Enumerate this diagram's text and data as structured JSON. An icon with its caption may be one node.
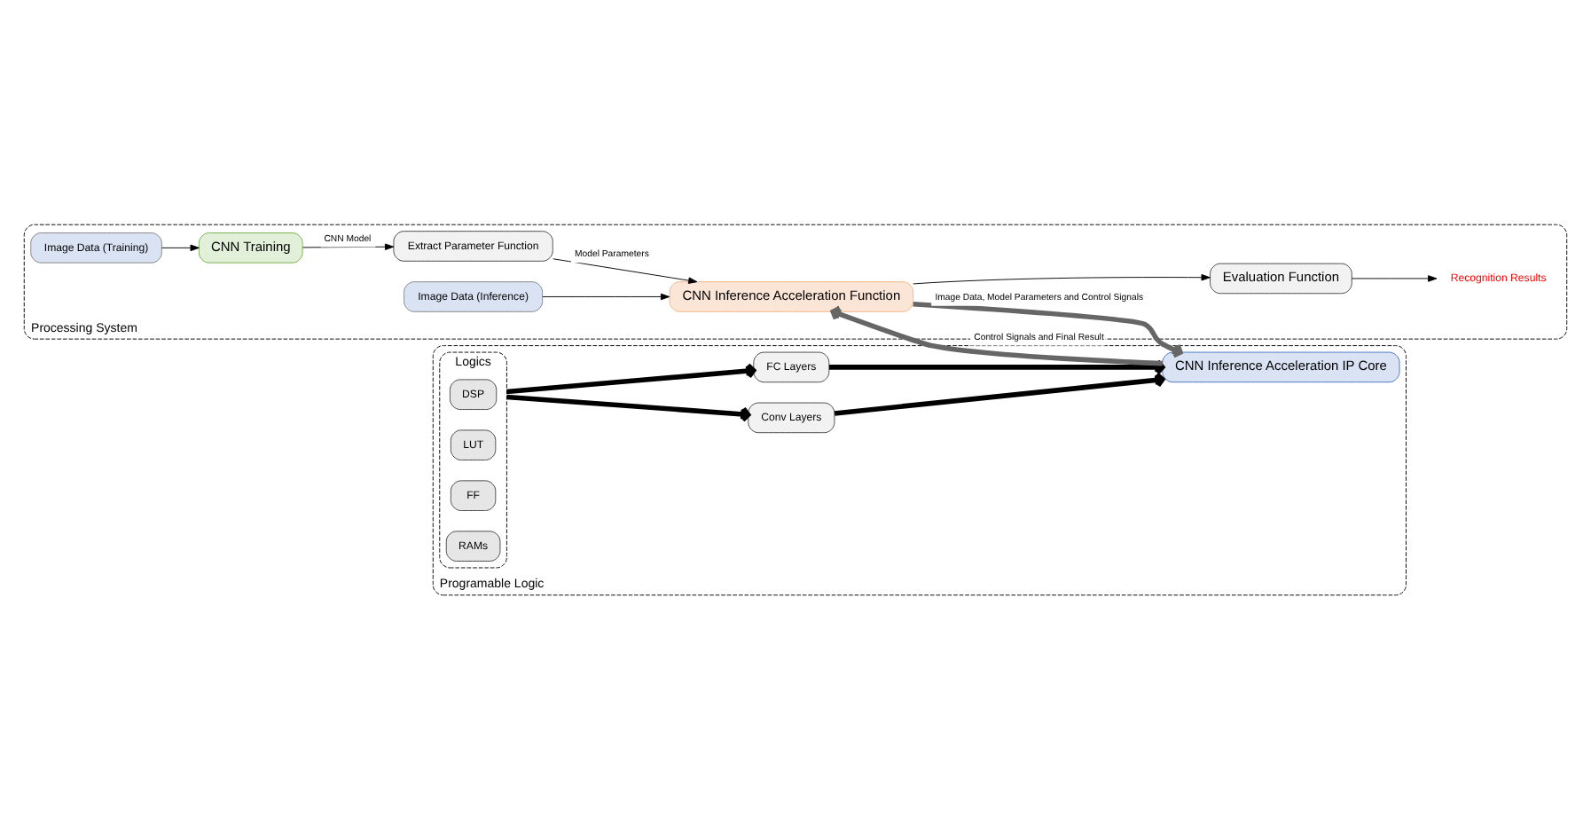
{
  "diagram": {
    "nodes": [
      {
        "text": [
          "Processing System"
        ]
      },
      {
        "text": [
          "Image Data (Training)"
        ],
        "in": 0
      },
      {
        "text": [
          "CNN Training"
        ],
        "in": 0
      },
      {
        "text": [
          "Extract Parameter Function"
        ],
        "in": 0
      },
      {
        "text": [
          "Image Data (Inference)"
        ],
        "in": 0
      },
      {
        "text": [
          "CNN Inference Acceleration Function"
        ],
        "in": 0
      },
      {
        "text": [
          "Evaluation Function"
        ],
        "in": 0
      },
      {
        "text": [
          "Recognition Results"
        ],
        "in": 0
      },
      {
        "text": [
          "Programable Logic"
        ]
      },
      {
        "text": [
          "Logics"
        ],
        "in": 8
      },
      {
        "text": [
          "DSP"
        ],
        "in": 9
      },
      {
        "text": [
          "LUT"
        ],
        "in": 9
      },
      {
        "text": [
          "FF"
        ],
        "in": 9
      },
      {
        "text": [
          "RAMs"
        ],
        "in": 9
      },
      {
        "text": [
          "Conv Layers"
        ],
        "in": 8
      },
      {
        "text": [
          "FC Layers"
        ],
        "in": 8
      },
      {
        "text": [
          "CNN Inference Acceleration IP Core"
        ],
        "in": 8
      }
    ],
    "edges": [
      {
        "from": 1,
        "to": 2,
        "arrow": "to"
      },
      {
        "from": 2,
        "to": 3,
        "arrow": "to",
        "label": "CNN Model"
      },
      {
        "from": 3,
        "to": 5,
        "arrow": "to",
        "label": "Model Parameters"
      },
      {
        "from": 4,
        "to": 5,
        "arrow": "to"
      },
      {
        "from": 5,
        "to": 6,
        "arrow": "to"
      },
      {
        "from": 6,
        "to": 7,
        "arrow": "to"
      },
      {
        "from": 5,
        "to": 16,
        "arrow": "to",
        "label": "Image Data, Model Parameters and Control Signals",
        "style": "thick",
        "color": "#666666"
      },
      {
        "from": 16,
        "to": 5,
        "arrow": "to",
        "label": "Control Signals and Final Result",
        "style": "thick",
        "color": "#666666"
      },
      {
        "from": 9,
        "to": 14,
        "arrow": "to",
        "style": "thick"
      },
      {
        "from": 9,
        "to": 15,
        "arrow": "to",
        "style": "thick"
      },
      {
        "from": 14,
        "to": 16,
        "arrow": "to",
        "style": "thick"
      },
      {
        "from": 15,
        "to": 16,
        "arrow": "to",
        "style": "thick"
      }
    ]
  }
}
